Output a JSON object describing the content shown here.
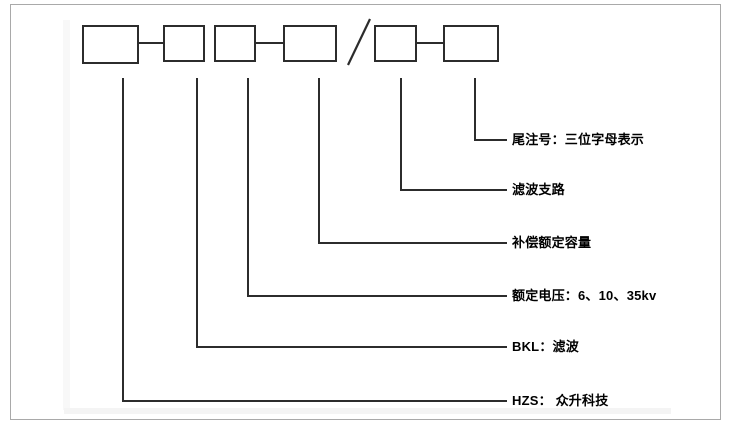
{
  "diagram": {
    "type": "product-model-designation-diagram",
    "separator": "/",
    "labels": [
      {
        "name": "tail-note",
        "text": "尾注号：三位字母表示"
      },
      {
        "name": "filter-branch",
        "text": "滤波支路"
      },
      {
        "name": "compensation-rated-capacity",
        "text": "补偿额定容量"
      },
      {
        "name": "rated-voltage",
        "text": "额定电压：6、10、35kv"
      },
      {
        "name": "bkl-meaning",
        "text": "BKL：滤波"
      },
      {
        "name": "hzs-meaning",
        "text": "HZS： 众升科技"
      }
    ],
    "colors": {
      "line": "#2c2c2c",
      "text": "#000000",
      "frame_border": "#a9a9a9",
      "background": "#ffffff"
    }
  }
}
